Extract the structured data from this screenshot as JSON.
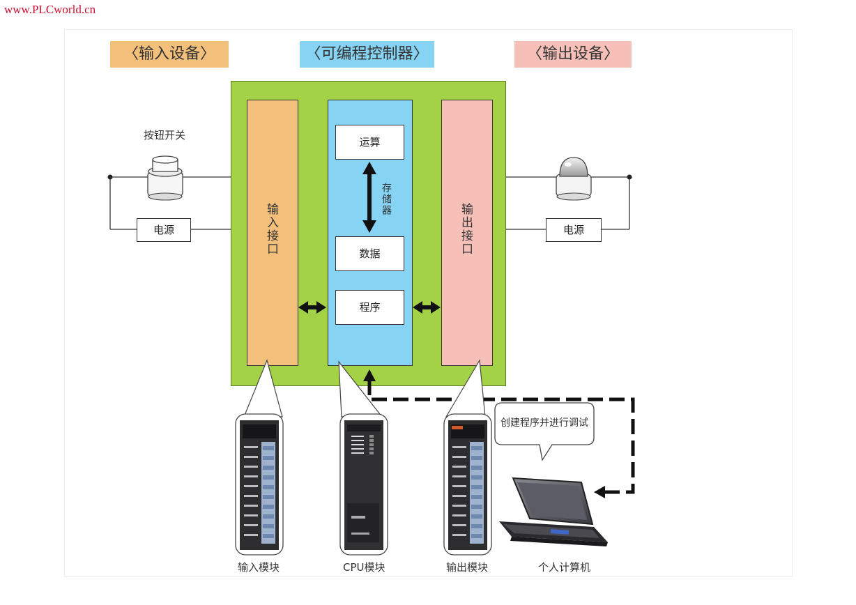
{
  "watermark": "www.PLCworld.cn",
  "headers": {
    "input": "〈输入设备〉",
    "plc": "〈可编程控制器〉",
    "output": "〈输出设备〉"
  },
  "plc": {
    "input_interface": "输入接口",
    "output_interface": "输出接口",
    "operation": "运算",
    "memory": "存储器",
    "data": "数据",
    "program": "程序"
  },
  "input_device": {
    "switch_label": "按钮开关",
    "power_label": "电源"
  },
  "output_device": {
    "power_label": "电源"
  },
  "callout": "创建程序并进行调试",
  "captions": {
    "input_module": "输入模块",
    "cpu_module": "CPU模块",
    "output_module": "输出模块",
    "pc": "个人计算机"
  },
  "colors": {
    "plc_body": "#a4d247",
    "input": "#f3c07c",
    "cpu": "#86d3f3",
    "output": "#f6c0b8"
  },
  "icons": [
    "push-button-icon",
    "indicator-lamp-icon",
    "input-module-icon",
    "cpu-module-icon",
    "output-module-icon",
    "laptop-icon"
  ]
}
